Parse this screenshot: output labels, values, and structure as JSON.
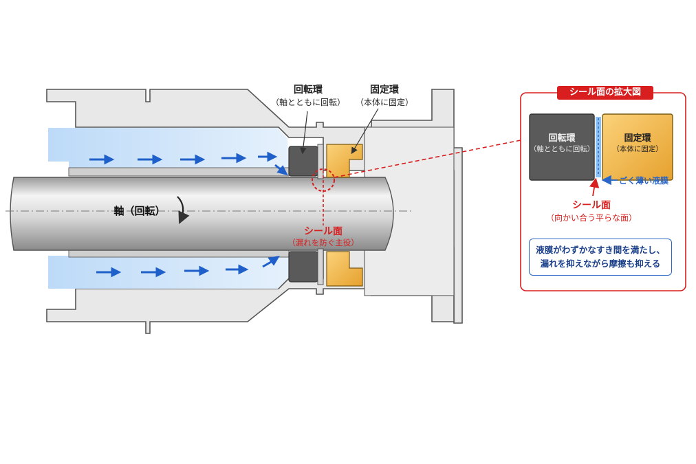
{
  "labels": {
    "rotating_ring": "回転環",
    "rotating_ring_sub": "（軸とともに回転）",
    "fixed_ring": "固定環",
    "fixed_ring_sub": "（本体に固定）",
    "shaft": "軸（回転）",
    "seal_face": "シール面",
    "seal_face_sub": "（漏れを防ぐ主役）"
  },
  "zoom": {
    "title": "シール面の拡大図",
    "rotating_ring": "回転環",
    "rotating_ring_sub": "（軸とともに回転）",
    "fixed_ring": "固定環",
    "fixed_ring_sub": "（本体に固定）",
    "film": "ごく薄い液膜",
    "seal_face": "シール面",
    "seal_face_sub": "（向かい合う平らな面）",
    "note_line1": "液膜がわずかなすき間を満たし、",
    "note_line2": "漏れを抑えながら摩擦も抑える"
  },
  "colors": {
    "housing": "#e8e8e8",
    "housing_stroke": "#555555",
    "fluid": "#cfe4fb",
    "arrow": "#1f5fc9",
    "rotating_ring": "#5a5a5a",
    "fixed_ring": "#f3b53f",
    "accent_red": "#d81e1e",
    "film_blue": "#2a66c8"
  }
}
